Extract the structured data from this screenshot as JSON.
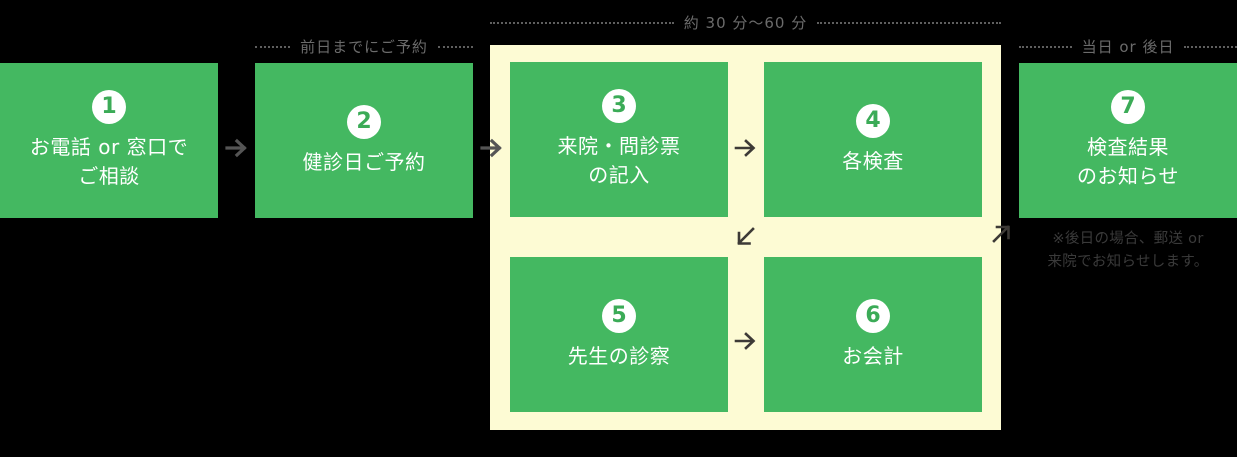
{
  "diagram": {
    "title_visible": false,
    "colors": {
      "background": "#000000",
      "box_green": "#44b861",
      "panel_cream": "#fdfbd4",
      "arrow_gray": "#555555",
      "arrow_dark": "#3d3a36",
      "label_gray": "#6b6b6b",
      "box_text": "#ffffff",
      "number_text": "#3bab57"
    },
    "labels": {
      "step2_bracket": "前日までにご予約",
      "center_bracket": "約 30 分〜60 分",
      "step7_bracket": "当日 or 後日"
    },
    "footnote": "※後日の場合、郵送 or\n来院でお知らせします。",
    "steps": [
      {
        "number": "1",
        "text": "お電話 or 窓口で\nご相談"
      },
      {
        "number": "2",
        "text": "健診日ご予約"
      },
      {
        "number": "3",
        "text": "来院・問診票\nの記入"
      },
      {
        "number": "4",
        "text": "各検査"
      },
      {
        "number": "5",
        "text": "先生の診察"
      },
      {
        "number": "6",
        "text": "お会計"
      },
      {
        "number": "7",
        "text": "検査結果\nのお知らせ"
      }
    ],
    "arrows": [
      {
        "id": "1-2",
        "direction": "right",
        "from": "1",
        "to": "2"
      },
      {
        "id": "2-3",
        "direction": "right",
        "from": "2",
        "to": "3"
      },
      {
        "id": "3-4",
        "direction": "right",
        "from": "3",
        "to": "4"
      },
      {
        "id": "4-5",
        "direction": "down-left",
        "from": "4",
        "to": "5"
      },
      {
        "id": "5-6",
        "direction": "right",
        "from": "5",
        "to": "6"
      },
      {
        "id": "6-7",
        "direction": "up-right",
        "from": "6",
        "to": "7"
      }
    ]
  }
}
